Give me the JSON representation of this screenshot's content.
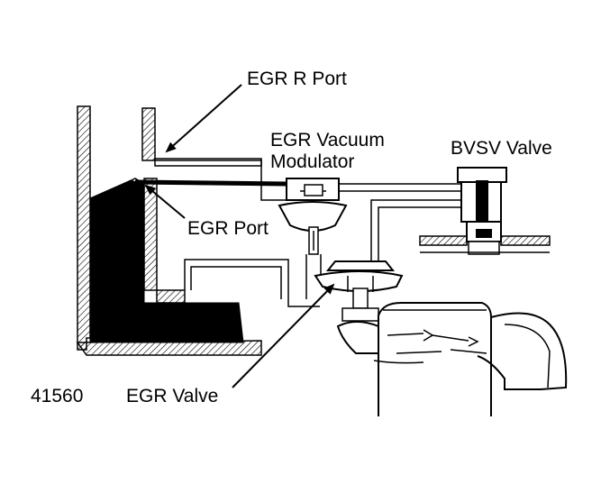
{
  "labels": {
    "egr_r_port": "EGR R Port",
    "egr_vacuum_modulator_line1": "EGR Vacuum",
    "egr_vacuum_modulator_line2": "Modulator",
    "bvsv_valve": "BVSV Valve",
    "egr_port": "EGR Port",
    "egr_valve": "EGR Valve",
    "figure_number": "41560"
  }
}
